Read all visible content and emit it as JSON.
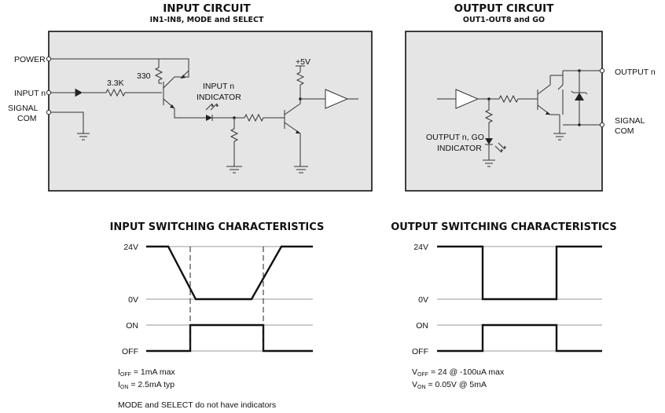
{
  "input_circuit": {
    "title": "INPUT CIRCUIT",
    "subtitle": "IN1-IN8, MODE and SELECT",
    "labels": {
      "power": "POWER",
      "input_n": "INPUT n",
      "signal": "SIGNAL",
      "com": "COM",
      "r_330": "330",
      "r_3k3": "3.3K",
      "indicator_1": "INPUT n",
      "indicator_2": "INDICATOR",
      "vcc": "+5V"
    }
  },
  "output_circuit": {
    "title": "OUTPUT CIRCUIT",
    "subtitle": "OUT1-OUT8 and GO",
    "labels": {
      "output_n": "OUTPUT n",
      "signal": "SIGNAL",
      "com": "COM",
      "indicator_1": "OUTPUT n, GO",
      "indicator_2": "INDICATOR"
    }
  },
  "input_switching": {
    "title": "INPUT SWITCHING CHARACTERISTICS",
    "y_labels": [
      "24V",
      "0V",
      "ON",
      "OFF"
    ],
    "notes": {
      "off_sym": "I",
      "off_sub": "OFF",
      "off_val": "= 1mA max",
      "on_sym": "I",
      "on_sub": "ON",
      "on_val": "= 2.5mA typ",
      "footnote": "MODE and SELECT do not have indicators"
    }
  },
  "output_switching": {
    "title": "OUTPUT SWITCHING CHARACTERISTICS",
    "y_labels": [
      "24V",
      "0V",
      "ON",
      "OFF"
    ],
    "notes": {
      "off_sym": "V",
      "off_sub": "OFF",
      "off_val": "= 24 @ -100uA max",
      "on_sym": "V",
      "on_sub": "ON",
      "on_val": "= 0.05V @ 5mA"
    }
  }
}
